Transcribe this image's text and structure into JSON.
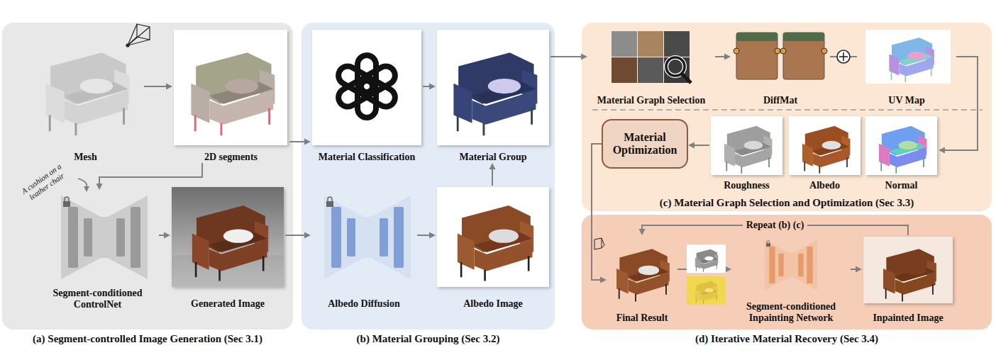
{
  "diagram": {
    "nodes": [
      {
        "text": [
          "(a) Segment-controlled Image Generation (Sec 3.1)"
        ]
      },
      {
        "text": [
          "Mesh"
        ],
        "in": 0
      },
      {
        "text": [
          "2D segments"
        ],
        "in": 0
      },
      {
        "text": [
          "Segment-conditioned ControlNet"
        ],
        "in": 0
      },
      {
        "text": [
          "Generated Image"
        ],
        "in": 0
      },
      {
        "text": [
          "(b) Material Grouping (Sec 3.2)"
        ]
      },
      {
        "text": [
          "Material Classification"
        ],
        "in": 5
      },
      {
        "text": [
          "Material Group"
        ],
        "in": 5
      },
      {
        "text": [
          "Albedo Diffusion"
        ],
        "in": 5
      },
      {
        "text": [
          "Albedo Image"
        ],
        "in": 5
      },
      {
        "text": [
          "(c) Material Graph Selection and Optimization (Sec 3.3)"
        ]
      },
      {
        "text": [
          "Material Graph Selection"
        ],
        "in": 10
      },
      {
        "text": [
          "DiffMat"
        ],
        "in": 10
      },
      {
        "text": [
          "UV Map"
        ],
        "in": 10
      },
      {
        "text": [
          "Material Optimization"
        ],
        "in": 10
      },
      {
        "text": [
          "Roughness"
        ],
        "in": 10
      },
      {
        "text": [
          "Albedo"
        ],
        "in": 10
      },
      {
        "text": [
          "Normal"
        ],
        "in": 10
      },
      {
        "text": [
          "(d) Iterative Material Recovery (Sec 3.4)"
        ]
      },
      {
        "text": [
          "Final Result"
        ],
        "in": 18
      },
      {
        "text": [
          "Segment-conditioned Inpainting Network"
        ],
        "in": 18
      },
      {
        "text": [
          "Inpainted Image"
        ],
        "in": 18
      }
    ],
    "edges": [
      {
        "from": 1,
        "to": 2,
        "arrow": "to"
      },
      {
        "from": 2,
        "to": 3,
        "arrow": "to"
      },
      {
        "from": 3,
        "to": 4,
        "arrow": "to"
      },
      {
        "from": 4,
        "to": 8,
        "arrow": "to"
      },
      {
        "from": 8,
        "to": 9,
        "arrow": "to"
      },
      {
        "from": 9,
        "to": 7,
        "arrow": "to"
      },
      {
        "from": 2,
        "to": 6,
        "arrow": "to"
      },
      {
        "from": 6,
        "to": 7,
        "arrow": "to"
      },
      {
        "from": 7,
        "to": 11,
        "arrow": "to"
      },
      {
        "from": 11,
        "to": 12,
        "arrow": "to"
      },
      {
        "from": 12,
        "to": 13,
        "arrow": "none"
      },
      {
        "from": 13,
        "to": 17,
        "arrow": "to"
      },
      {
        "from": 15,
        "to": 14,
        "arrow": "to"
      },
      {
        "from": 14,
        "to": 19,
        "arrow": "to"
      },
      {
        "from": 19,
        "to": 20,
        "arrow": "to"
      },
      {
        "from": 20,
        "to": 21,
        "arrow": "to"
      },
      {
        "from": 21,
        "to": 19,
        "label": "Repeat (b) (c)",
        "arrow": "to"
      }
    ],
    "labels": [
      "A cushion on a leather chair"
    ]
  }
}
